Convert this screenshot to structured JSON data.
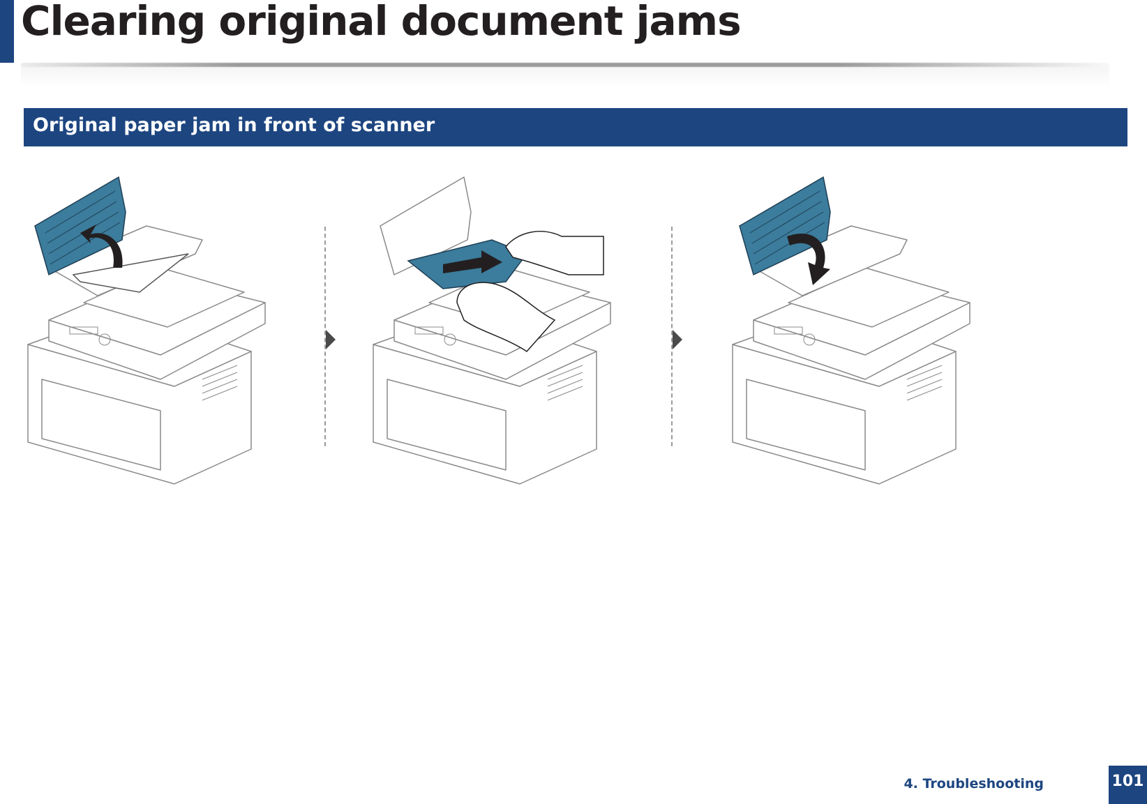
{
  "page": {
    "title": "Clearing original document jams",
    "section_title": "Original paper jam in front of scanner",
    "footer_chapter": "4.  Troubleshooting",
    "page_number": "101"
  },
  "colors": {
    "brand_blue": "#1d4580",
    "cover_teal": "#3c7c9c",
    "line_gray": "#9a9a9a"
  },
  "steps": [
    {
      "icon": "open-cover-arrow-icon"
    },
    {
      "icon": "pull-paper-arrow-icon"
    },
    {
      "icon": "close-cover-arrow-icon"
    }
  ]
}
